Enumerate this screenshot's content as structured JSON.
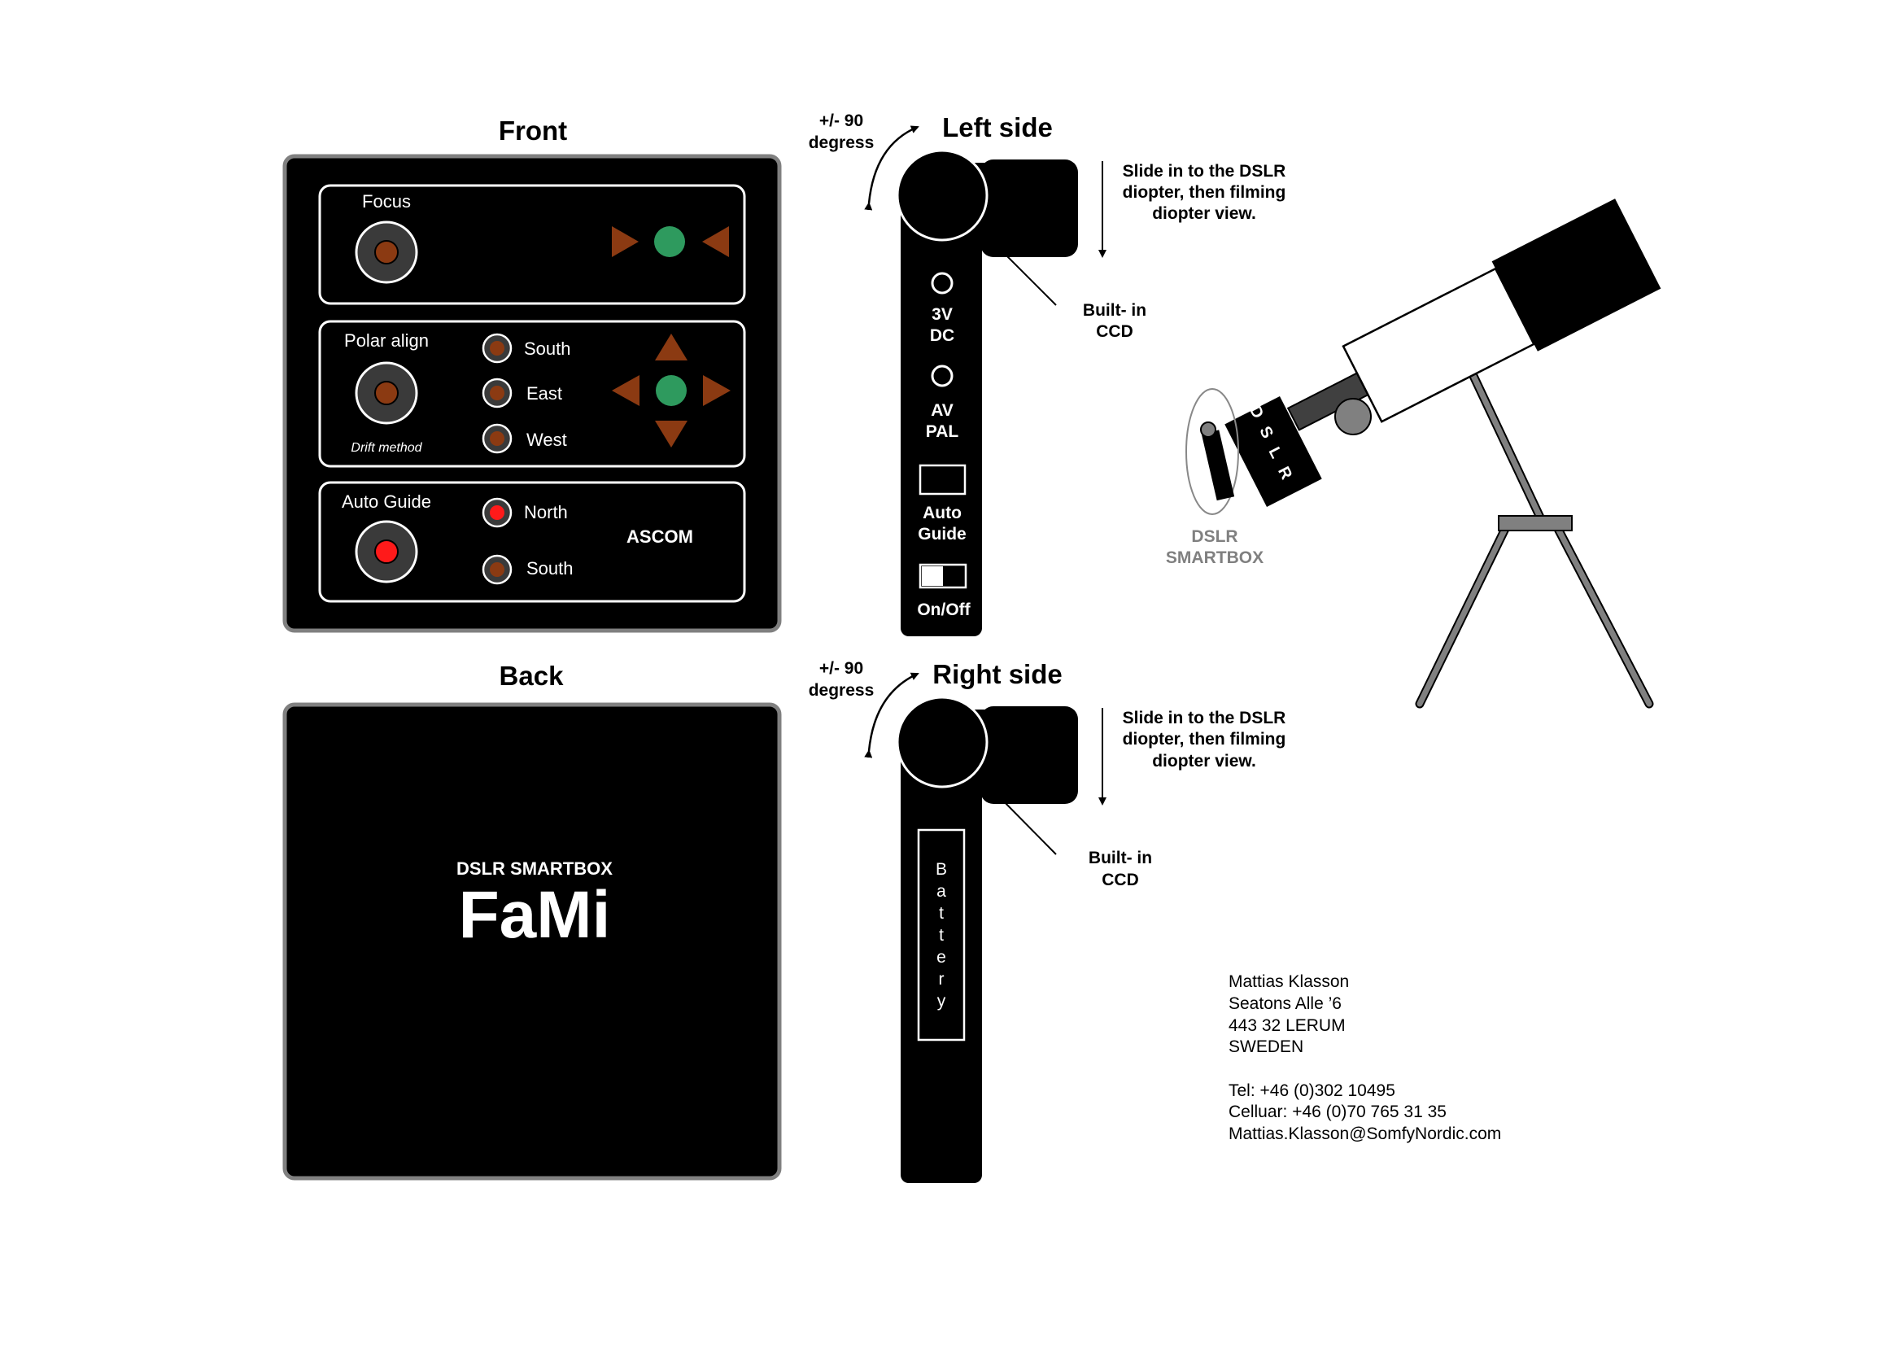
{
  "front": {
    "title": "Front",
    "focus": {
      "label": "Focus"
    },
    "polar": {
      "label": "Polar align",
      "sublabel": "Drift method",
      "south": "South",
      "east": "East",
      "west": "West"
    },
    "auto": {
      "label": "Auto Guide",
      "north": "North",
      "south": "South",
      "ascom": "ASCOM"
    }
  },
  "back": {
    "title": "Back",
    "brand_small": "DSLR SMARTBOX",
    "brand_big": "FaMi"
  },
  "left_side": {
    "title": "Left side",
    "rotation_l1": "+/- 90",
    "rotation_l2": "degress",
    "slide_l1": "Slide in to the DSLR",
    "slide_l2": "diopter, then filming",
    "slide_l3": "diopter view.",
    "ccd_l1": "Built- in",
    "ccd_l2": "CCD",
    "port1_l1": "3V",
    "port1_l2": "DC",
    "port2_l1": "AV",
    "port2_l2": "PAL",
    "auto_l1": "Auto",
    "auto_l2": "Guide",
    "onoff": "On/Off"
  },
  "right_side": {
    "title": "Right side",
    "rotation_l1": "+/- 90",
    "rotation_l2": "degress",
    "slide_l1": "Slide in to the DSLR",
    "slide_l2": "diopter, then filming",
    "slide_l3": "diopter view.",
    "ccd_l1": "Built- in",
    "ccd_l2": "CCD",
    "battery_letters": [
      "B",
      "a",
      "t",
      "t",
      "e",
      "r",
      "y"
    ]
  },
  "telescope": {
    "dslr_letters": [
      "D",
      "S",
      "L",
      "R"
    ],
    "caption_l1": "DSLR",
    "caption_l2": "SMARTBOX"
  },
  "contact": {
    "name": "Mattias Klasson",
    "street": "Seatons Alle ’6",
    "city": "443 32 LERUM",
    "country": "SWEDEN",
    "tel": "Tel: +46 (0)302 10495",
    "cell": "Celluar: +46 (0)70 765 31 35",
    "email": "Mattias.Klasson@SomfyNordic.com"
  },
  "colors": {
    "panel": "#000000",
    "frame": "#808080",
    "knob_dot": "#8b3a12",
    "red_dot": "#ff1a1a",
    "green_led": "#2e9a5e",
    "arrow": "#8b3a12",
    "telescope_grey": "#808080"
  }
}
